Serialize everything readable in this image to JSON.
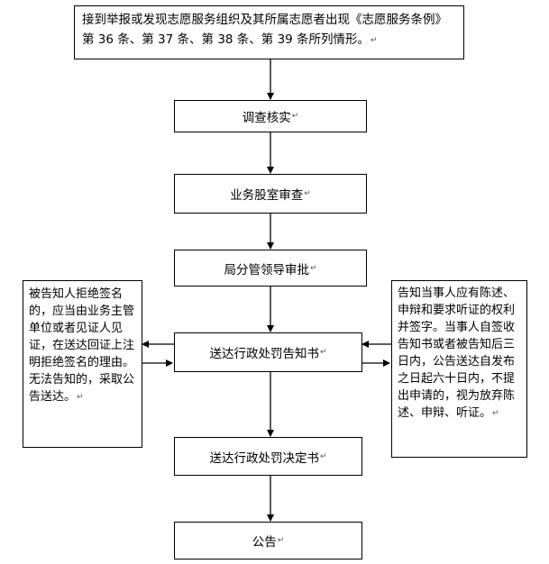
{
  "flow": {
    "top": "接到举报或发现志愿服务组织及其所属志愿者出现《志愿服务条例》第 36 条、第 37 条、第 38 条、第 39 条所列情形。",
    "investigate": "调查核实",
    "review": "业务股室审查",
    "approve": "局分管领导审批",
    "notice": "送达行政处罚告知书",
    "decision": "送达行政处罚决定书",
    "announce": "公告"
  },
  "side": {
    "left": "被告知人拒绝签名的，应当由业务主管单位或者见证人见证，在送达回证上注明拒绝签名的理由。无法告知的，采取公告送达。",
    "right": "告知当事人应有陈述、申辩和要求听证的权利并签字。当事人自签收告知书或者被告知后三日内，公告送达自发布之日起六十日内，不提出申请的，视为放弃陈述、申辩、听证。"
  },
  "paragraph_mark": "↵"
}
